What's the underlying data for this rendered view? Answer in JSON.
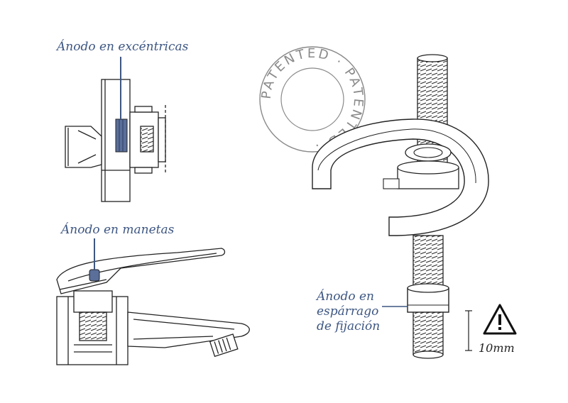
{
  "labels": {
    "anode_eccentric": "Ánodo en excéntricas",
    "anode_handle": "Ánodo en manetas",
    "anode_rod_line1": "Ánodo en",
    "anode_rod_line2": "espárrago",
    "anode_rod_line3": "de fijación"
  },
  "stamp": {
    "text": "PATENTED · PATENTED · "
  },
  "measurement": {
    "value": "10mm"
  },
  "colors": {
    "accent": "#3d5682",
    "line": "#222222",
    "anode_fill": "#5a6f9a",
    "stamp": "#8a8a8a"
  },
  "icons": {
    "warning": "warning-triangle-icon"
  }
}
